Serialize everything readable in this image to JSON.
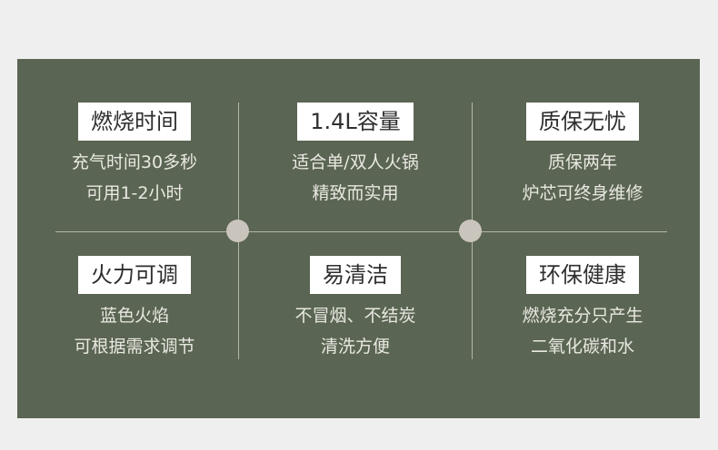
{
  "features": [
    {
      "title": "燃烧时间",
      "lines": [
        "充气时间30多秒",
        "可用1-2小时"
      ]
    },
    {
      "title": "1.4L容量",
      "lines": [
        "适合单/双人火锅",
        "精致而实用"
      ]
    },
    {
      "title": "质保无忧",
      "lines": [
        "质保两年",
        "炉芯可终身维修"
      ]
    },
    {
      "title": "火力可调",
      "lines": [
        "蓝色火焰",
        "可根据需求调节"
      ]
    },
    {
      "title": "易清洁",
      "lines": [
        "不冒烟、不结炭",
        "清洗方便"
      ]
    },
    {
      "title": "环保健康",
      "lines": [
        "燃烧充分只产生",
        "二氧化碳和水"
      ]
    }
  ]
}
